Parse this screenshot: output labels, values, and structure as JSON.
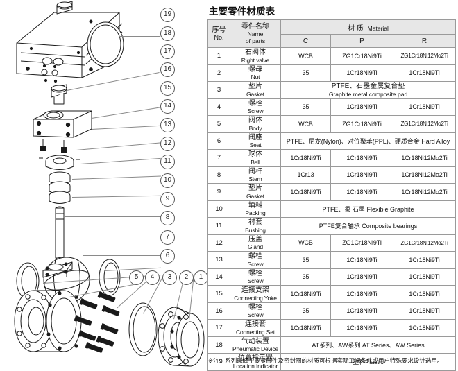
{
  "panel": {
    "title_cn": "主要零件材质表",
    "title_en": "Form of Main Parts Materials",
    "note": "※注：系列球阀主要零部件及密封圈的材质可根据实际工况条件或用户特殊要求设计选用。"
  },
  "table": {
    "header": {
      "no_cn": "序号",
      "no_en": "No.",
      "name_cn": "零件名称",
      "name_en1": "Name",
      "name_en2": "of parts",
      "material_cn": "材 质",
      "material_en": "Material",
      "col_c": "C",
      "col_p": "P",
      "col_r": "R"
    },
    "rows": [
      {
        "no": "1",
        "cn": "右阀体",
        "en": "Right valve",
        "c": "WCB",
        "p": "ZG1Cr18Ni9Ti",
        "r": "ZG1Cr18Ni12Mo2Ti"
      },
      {
        "no": "2",
        "cn": "螺母",
        "en": "Nut",
        "c": "35",
        "p": "1Cr18Ni9Ti",
        "r": "1Cr18Ni9Ti"
      },
      {
        "no": "3",
        "cn": "垫片",
        "en": "Gasket",
        "span_cn": "PTFE、石墨金属复合垫",
        "span_en": "Graphite metal composite pad"
      },
      {
        "no": "4",
        "cn": "螺栓",
        "en": "Screw",
        "c": "35",
        "p": "1Cr18Ni9Ti",
        "r": "1Cr18Ni9Ti"
      },
      {
        "no": "5",
        "cn": "阀体",
        "en": "Body",
        "c": "WCB",
        "p": "ZG1Cr18Ni9Ti",
        "r": "ZG1Cr18Ni12Mo2Ti"
      },
      {
        "no": "6",
        "cn": "阀座",
        "en": "Seat",
        "span": "PTFE、尼龙(Nylon)、对位聚苯(PPL)、硬质合金 Hard Alloy"
      },
      {
        "no": "7",
        "cn": "球体",
        "en": "Ball",
        "c": "1Cr18Ni9Ti",
        "p": "1Cr18Ni9Ti",
        "r": "1Cr18Ni12Mo2Ti"
      },
      {
        "no": "8",
        "cn": "阀杆",
        "en": "Stem",
        "c": "1Cr13",
        "p": "1Cr18Ni9Ti",
        "r": "1Cr18Ni12Mo2Ti"
      },
      {
        "no": "9",
        "cn": "垫片",
        "en": "Gasket",
        "c": "1Cr18Ni9Ti",
        "p": "1Cr18Ni9Ti",
        "r": "1Cr18Ni12Mo2Ti"
      },
      {
        "no": "10",
        "cn": "填料",
        "en": "Packing",
        "span": "PTFE、柔  石墨 Flexible Graphite"
      },
      {
        "no": "11",
        "cn": "衬套",
        "en": "Bushing",
        "span": "PTFE复合轴承 Composite bearings"
      },
      {
        "no": "12",
        "cn": "压盖",
        "en": "Gland",
        "c": "WCB",
        "p": "ZG1Cr18Ni9Ti",
        "r": "ZG1Cr18Ni12Mo2Ti"
      },
      {
        "no": "13",
        "cn": "螺栓",
        "en": "Screw",
        "c": "35",
        "p": "1Cr18Ni9Ti",
        "r": "1Cr18Ni9Ti"
      },
      {
        "no": "14",
        "cn": "螺栓",
        "en": "Screw",
        "c": "35",
        "p": "1Cr18Ni9Ti",
        "r": "1Cr18Ni9Ti"
      },
      {
        "no": "15",
        "cn": "连接支架",
        "en": "Connecting Yoke",
        "c": "1Cr18Ni9Ti",
        "p": "1Cr18Ni9Ti",
        "r": "1Cr18Ni9Ti"
      },
      {
        "no": "16",
        "cn": "螺栓",
        "en": "Screw",
        "c": "35",
        "p": "1Cr18Ni9Ti",
        "r": "1Cr18Ni9Ti"
      },
      {
        "no": "17",
        "cn": "连接套",
        "en": "Connecting Set",
        "c": "1Cr18Ni9Ti",
        "p": "1Cr18Ni9Ti",
        "r": "1Cr18Ni9Ti"
      },
      {
        "no": "18",
        "cn": "气动装置",
        "en": "Pneumatic Device",
        "span": "AT系列、AW系列  AT Series、AW Series"
      },
      {
        "no": "19",
        "cn": "位置指示器",
        "en": "Location Indicator",
        "span": "塑料Plastic"
      }
    ]
  },
  "drawing": {
    "callouts_right": [
      "19",
      "18",
      "17",
      "16",
      "15",
      "14",
      "13",
      "12",
      "11",
      "10",
      "9",
      "8",
      "7",
      "6"
    ],
    "callouts_bottom": [
      "5",
      "4",
      "3",
      "2",
      "1"
    ]
  }
}
